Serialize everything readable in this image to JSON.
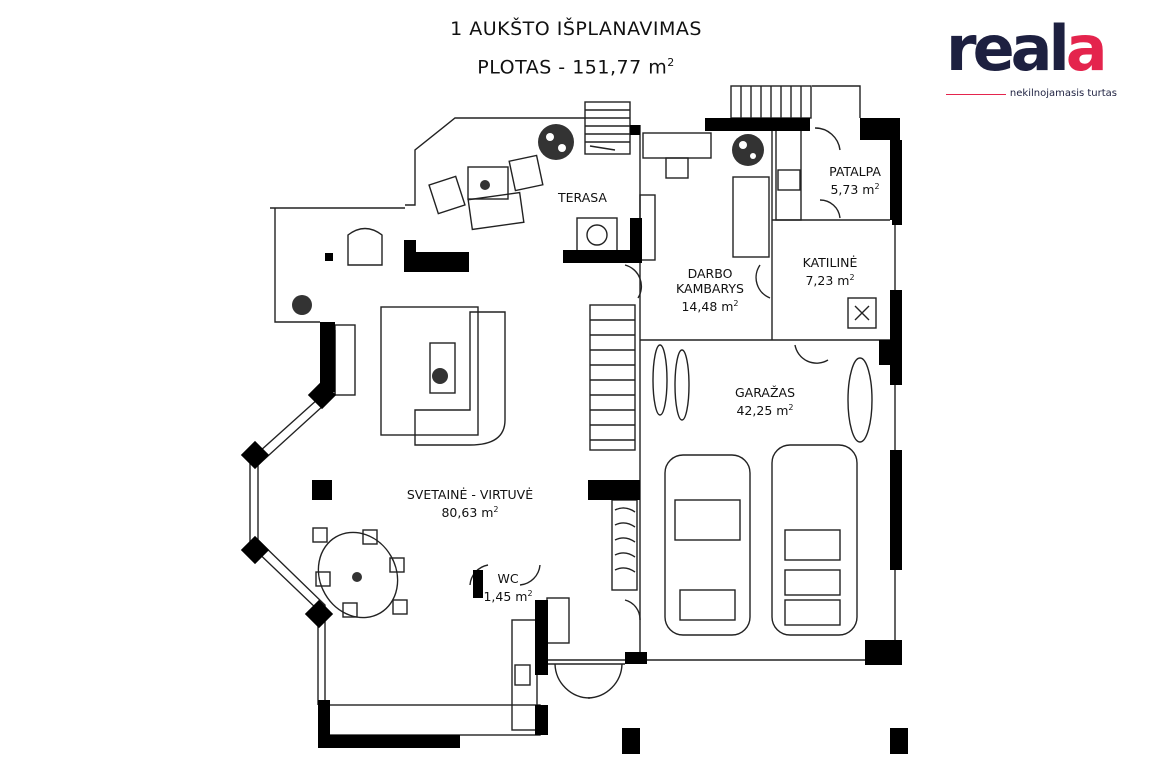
{
  "header": {
    "title": "1 AUKŠTO IŠPLANAVIMAS",
    "area_label": "PLOTAS - 151,77 m",
    "area_sup": "2"
  },
  "logo": {
    "word_main": "real",
    "word_accent": "a",
    "tagline": "nekilnojamasis turtas",
    "colors": {
      "dark": "#1d2040",
      "accent": "#e4244d"
    }
  },
  "rooms": {
    "terasa": {
      "name": "TERASA"
    },
    "patalpa": {
      "name": "PATALPA",
      "area": "5,73 m",
      "sup": "2"
    },
    "katiline": {
      "name": "KATILINĖ",
      "area": "7,23 m",
      "sup": "2"
    },
    "darbo": {
      "name1": "DARBO",
      "name2": "KAMBARYS",
      "area": "14,48 m",
      "sup": "2"
    },
    "garazas": {
      "name": "GARAŽAS",
      "area": "42,25 m",
      "sup": "2"
    },
    "svetaine": {
      "name": "SVETAINĖ - VIRTUVĖ",
      "area": "80,63 m",
      "sup": "2"
    },
    "wc": {
      "name": "WC",
      "area": "1,45 m",
      "sup": "2"
    }
  },
  "colors": {
    "wall": "#000000",
    "line": "#222222",
    "background": "#ffffff"
  }
}
